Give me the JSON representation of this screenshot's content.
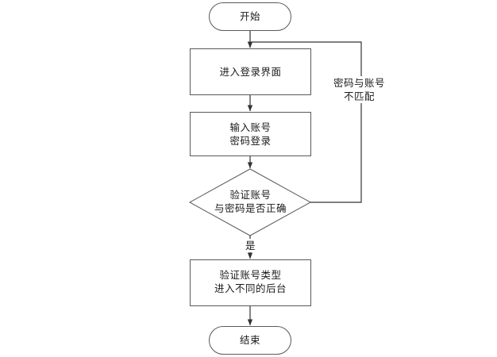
{
  "diagram": {
    "type": "flowchart",
    "title": "",
    "background_color": "#ffffff",
    "stroke_color": "#595959",
    "text_color": "#1a1a1a",
    "nodes": [
      {
        "id": "start",
        "shape": "terminator",
        "label": "开始"
      },
      {
        "id": "login-ui",
        "shape": "process",
        "label": "进入登录界面"
      },
      {
        "id": "input",
        "shape": "process",
        "label": "输入账号\n密码登录"
      },
      {
        "id": "verify",
        "shape": "decision",
        "label": "验证账号\n与密码是否正确"
      },
      {
        "id": "route",
        "shape": "process",
        "label": "验证账号类型\n进入不同的后台"
      },
      {
        "id": "end",
        "shape": "terminator",
        "label": "结束"
      }
    ],
    "edges": [
      {
        "id": "start-to-login",
        "from": "start",
        "to": "login-ui",
        "label": ""
      },
      {
        "id": "login-to-input",
        "from": "login-ui",
        "to": "input",
        "label": ""
      },
      {
        "id": "input-to-verify",
        "from": "input",
        "to": "verify",
        "label": ""
      },
      {
        "id": "verify-to-route",
        "from": "verify",
        "to": "route",
        "label": "是"
      },
      {
        "id": "route-to-end",
        "from": "route",
        "to": "end",
        "label": ""
      },
      {
        "id": "verify-retry",
        "from": "verify",
        "to": "login-ui",
        "label": "密码与账号\n不匹配"
      }
    ]
  }
}
